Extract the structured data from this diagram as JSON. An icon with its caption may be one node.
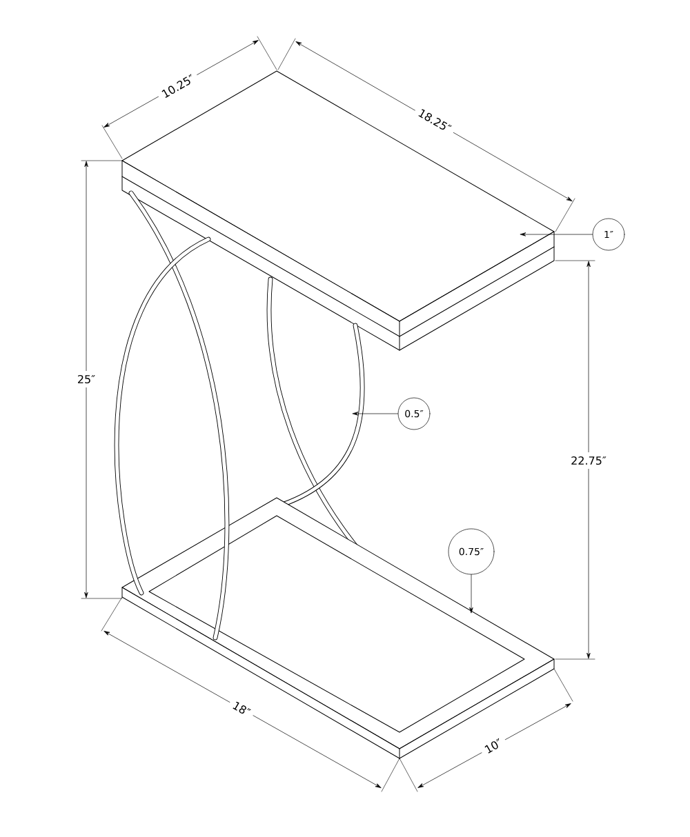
{
  "diagram": {
    "nodes": [
      {
        "text": [
          "1″"
        ]
      },
      {
        "text": [
          "0.5″"
        ]
      },
      {
        "text": [
          "0.75″"
        ]
      }
    ],
    "edges": [
      {
        "from": 0,
        "to": null,
        "arrow": "to"
      },
      {
        "from": 1,
        "to": null,
        "arrow": "to"
      },
      {
        "from": 2,
        "to": null,
        "arrow": "to"
      }
    ],
    "labels": [
      "10.25″",
      "18.25″",
      "25″",
      "22.75″",
      "18″",
      "10″"
    ]
  }
}
